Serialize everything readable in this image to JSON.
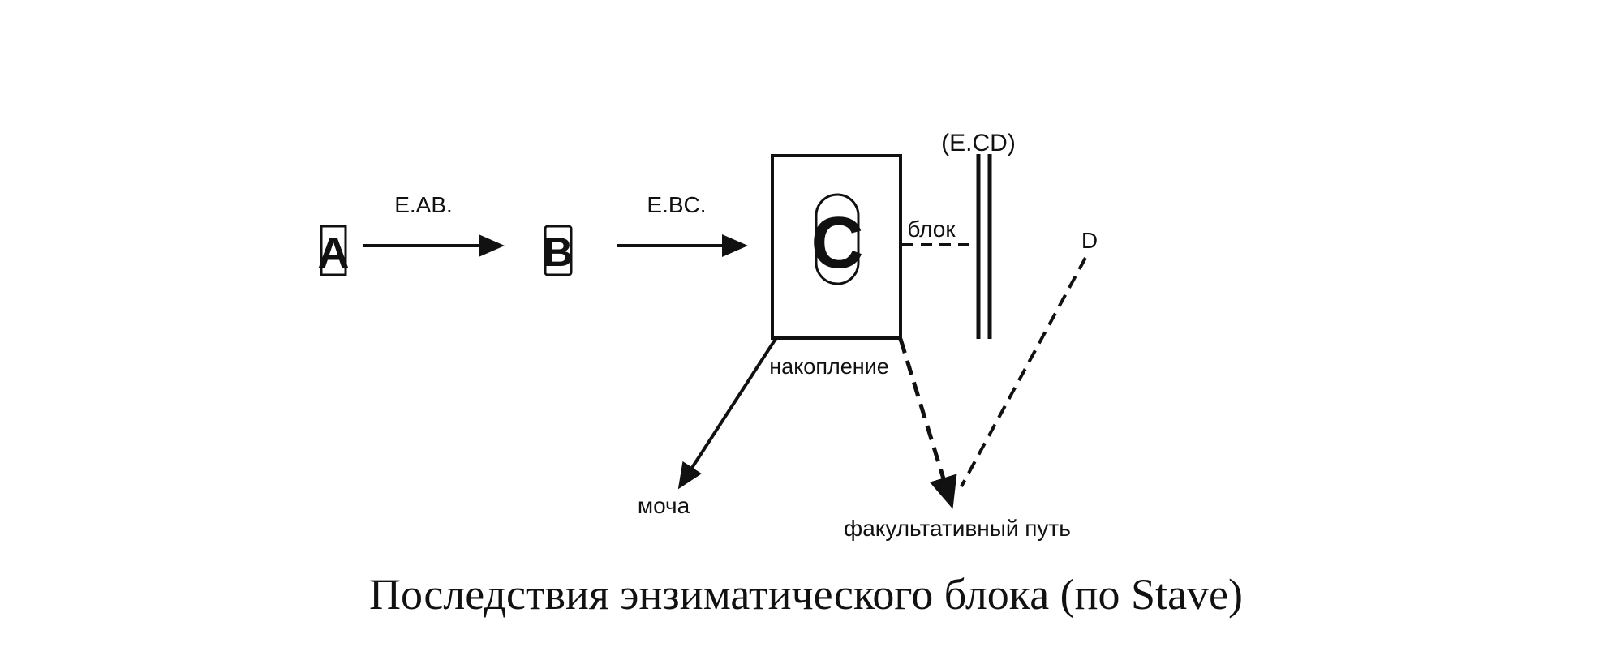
{
  "nodes": {
    "a": "A",
    "b": "B",
    "c": "C",
    "d": "D"
  },
  "enzymes": {
    "ab": "E.AB.",
    "bc": "E.BC.",
    "cd": "(E.CD)"
  },
  "labels": {
    "block": "блок",
    "accumulation": "накопление",
    "urine": "моча",
    "optional_path": "факультативный путь"
  },
  "caption": "Последствия энзиматического блока (по Stave)"
}
